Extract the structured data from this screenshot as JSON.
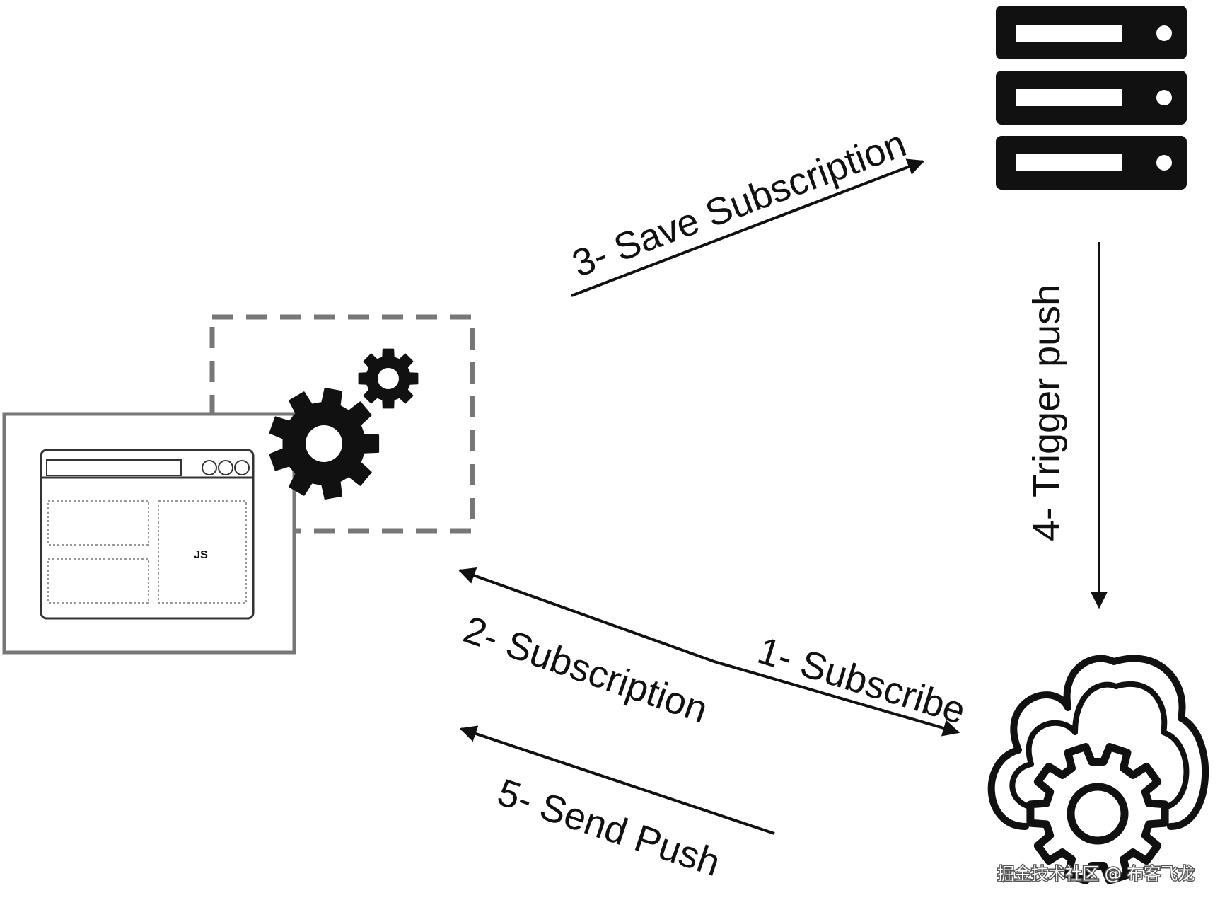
{
  "steps": {
    "subscribe": "1- Subscribe",
    "subscription": "2- Subscription",
    "save_subscription": "3- Save Subscription",
    "trigger_push": "4- Trigger push",
    "send_push": "5- Send Push"
  },
  "browser": {
    "js_label": "JS"
  },
  "watermark": "掘金技术社区 @ 布客飞龙",
  "icons": {
    "server": "server-rack-icon",
    "cloud": "cloud-gear-icon",
    "service_worker": "gears-icon",
    "browser": "browser-window-icon"
  }
}
